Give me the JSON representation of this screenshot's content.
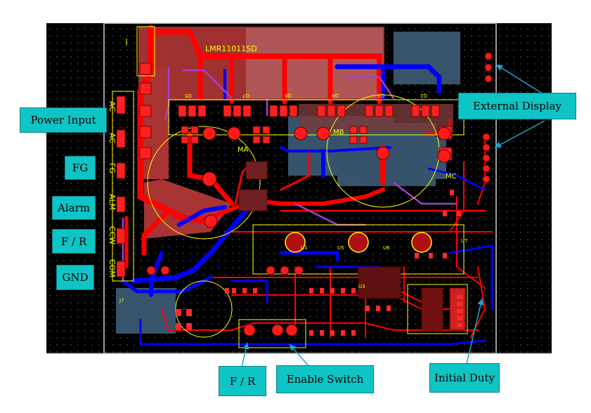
{
  "board": {
    "part_number": "LMR11011SD",
    "silk_labels": {
      "ma": "MA",
      "mb": "MB",
      "mc": "MC",
      "q7": "Q7",
      "q5": "Q5",
      "q6": "Q6",
      "q4": "Q4",
      "q3": "Q3",
      "q2": "Q2",
      "ac1": "AC",
      "ac2": "AC",
      "fg": "FG",
      "alm": "ALM",
      "ccw": "CCW",
      "com": "COM",
      "u1": "U1",
      "u5": "U5",
      "u6": "U6",
      "u7": "U7",
      "u3": "U3",
      "j7": "J7"
    }
  },
  "callouts": {
    "power_input": "Power Input",
    "fg": "FG",
    "alarm": "Alarm",
    "fr_left": "F / R",
    "gnd": "GND",
    "external_display": "External Display",
    "fr_bottom": "F / R",
    "enable_switch": "Enable Switch",
    "initial_duty": "Initial Duty"
  },
  "colors": {
    "pcb_background": "#000000",
    "top_copper": "#ff0000",
    "bottom_copper": "#0000ff",
    "copper_pour": "#4a6e8e",
    "silkscreen": "#ffff00",
    "callout_fill": "#0fc4c4",
    "arrow": "#1aa6d4"
  }
}
